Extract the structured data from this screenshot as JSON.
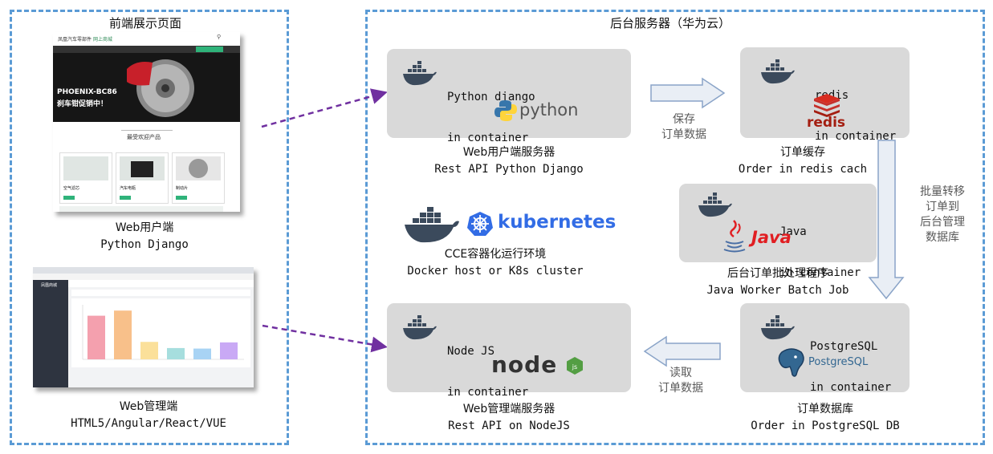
{
  "regions": {
    "frontend_title": "前端展示页面",
    "backend_title": "后台服务器（华为云）"
  },
  "frontend": {
    "web_user": {
      "line1": "Web用户端",
      "line2": "Python Django"
    },
    "web_admin": {
      "line1": "Web管理端",
      "line2": "HTML5/Angular/React/VUE"
    },
    "shop_screenshot": {
      "site_name": "凤凰汽车零部件",
      "site_tag": "网上商城",
      "banner_title": "PHOENIX-BC86",
      "banner_subtitle": "刹车钳促销中！",
      "section_title": "最受欢迎产品",
      "products": [
        "空气滤芯",
        "汽车电瓶",
        "制动片"
      ]
    },
    "admin_screenshot": {
      "brand": "凤凰商城",
      "bar_colors": [
        "#f4a0ae",
        "#f8c08a",
        "#fbe09a",
        "#a6dede",
        "#a8d3f4",
        "#c9a9f5"
      ],
      "bar_values": [
        85,
        95,
        34,
        22,
        21,
        33
      ]
    }
  },
  "servers": {
    "django": {
      "container_line1": "Python django",
      "container_line2": "in container",
      "logo_text": "python",
      "caption1": "Web用户端服务器",
      "caption2": "Rest API Python Django"
    },
    "redis": {
      "container_line1": "redis",
      "container_line2": "in container",
      "logo_text": "redis",
      "caption1": "订单缓存",
      "caption2": "Order in redis cach"
    },
    "java": {
      "container_line1": "Java",
      "container_line2": "in container",
      "logo_text": "Java",
      "caption1": "后台订单批处理程序",
      "caption2": "Java Worker Batch Job"
    },
    "node": {
      "container_line1": "Node JS",
      "container_line2": "in container",
      "logo_text": "node",
      "caption1": "Web管理端服务器",
      "caption2": "Rest API on NodeJS"
    },
    "postgres": {
      "container_line1": "PostgreSQL",
      "container_line2": "in container",
      "logo_text": "PostgreSQL",
      "caption1": "订单数据库",
      "caption2": "Order in PostgreSQL DB"
    }
  },
  "cluster": {
    "logo_text": "kubernetes",
    "caption1": "CCE容器化运行环境",
    "caption2": "Docker host or K8s cluster"
  },
  "arrows": {
    "save": {
      "line1": "保存",
      "line2": "订单数据"
    },
    "read": {
      "line1": "读取",
      "line2": "订单数据"
    },
    "batch": {
      "line1": "批量转移",
      "line2": "订单到",
      "line3": "后台管理",
      "line4": "数据库"
    }
  },
  "colors": {
    "region_border": "#5b9bd5",
    "box_fill": "#d9d9d9",
    "docker_blue": "#3b4a5c",
    "link_purple": "#7030a0",
    "redis_red": "#c6302b",
    "java_red": "#e11e22",
    "k8s_blue": "#326ce5",
    "node_green": "#539e43",
    "postgres_blue": "#336791"
  }
}
